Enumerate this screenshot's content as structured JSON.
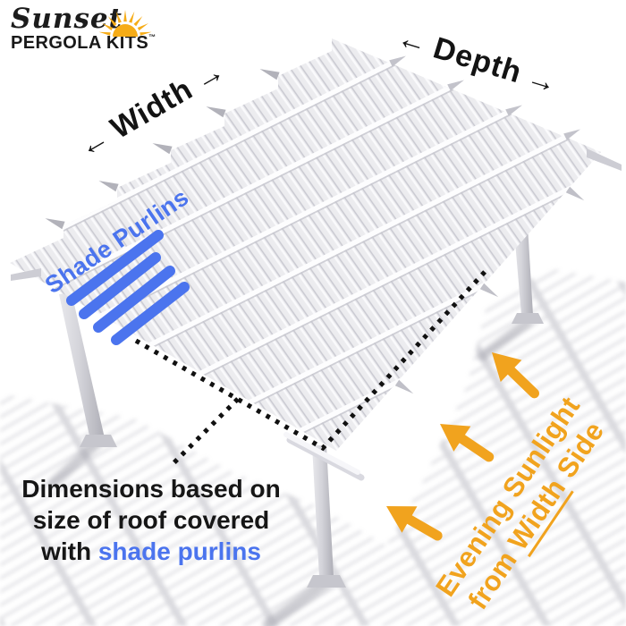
{
  "logo": {
    "script_name": "Sunset",
    "brand_name": "PERGOLA KITS",
    "trademark": "™"
  },
  "dimension_labels": {
    "width": "Width",
    "depth": "Depth",
    "arrow_left": "←",
    "arrow_right": "→"
  },
  "purlins": {
    "label": "Shade Purlins"
  },
  "caption": {
    "line1": "Dimensions based on",
    "line2": "size of roof covered",
    "line3_prefix": "with ",
    "line3_highlight": "shade purlins"
  },
  "sunlight": {
    "line1": "Evening Sunlight",
    "line2_prefix": "from ",
    "line2_underlined": "Width",
    "line2_suffix": " Side"
  },
  "colors": {
    "accent_orange": "#F1A31E",
    "accent_blue": "#4B74EE",
    "text_black": "#161616",
    "sun_yellow": "#F6AC17"
  },
  "icons": {
    "sun": "sun-with-rays-icon",
    "sunlight_arrow": "block-arrow-icon",
    "dimension_arrow": "double-headed-arrow-icon"
  }
}
